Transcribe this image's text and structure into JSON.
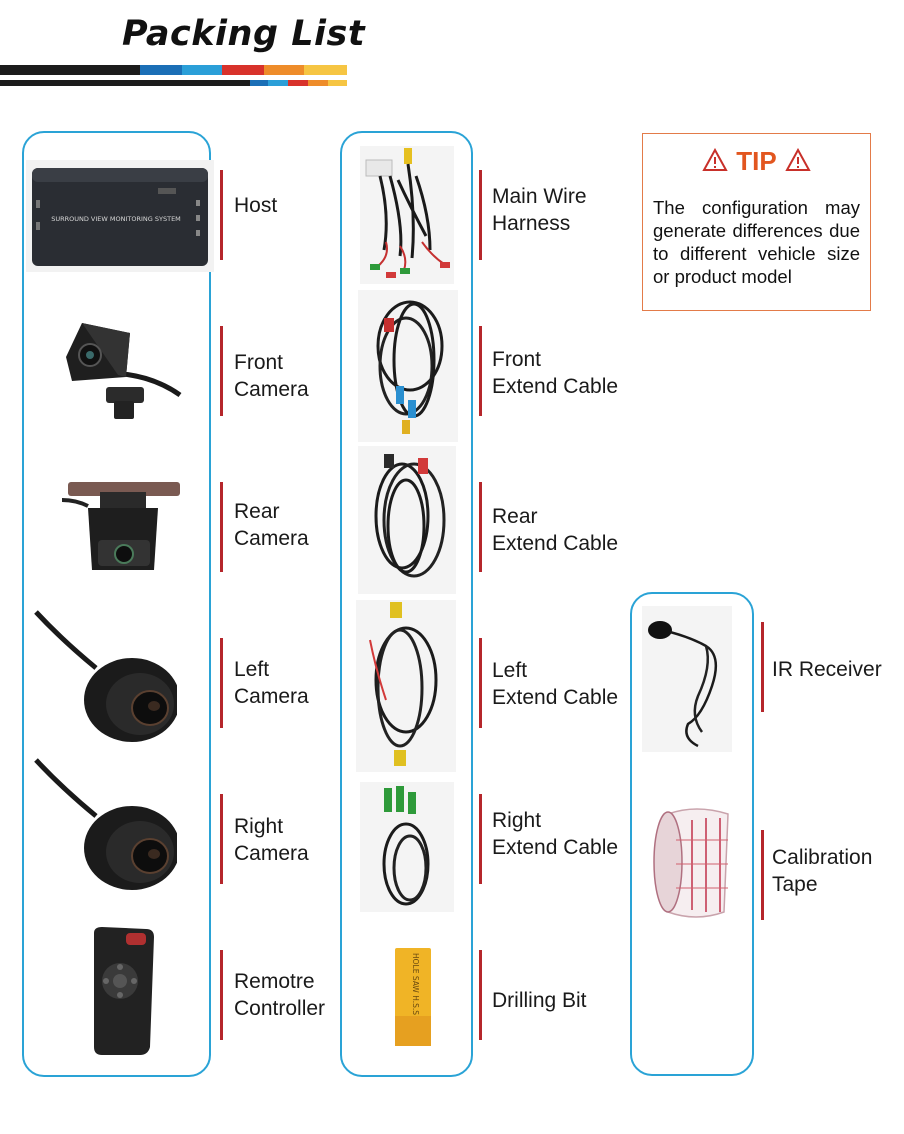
{
  "title": "Packing List",
  "stripe_colors": [
    "#1c1c1c",
    "#1b6fb6",
    "#2b9fd8",
    "#d8322b",
    "#ee8c2a",
    "#f6c543"
  ],
  "tip": {
    "heading": "TIP",
    "text": "The configuration may generate differences due to different vehicle size or product model"
  },
  "column1": [
    {
      "label": "Host"
    },
    {
      "label": "Front\nCamera"
    },
    {
      "label": "Rear\nCamera"
    },
    {
      "label": "Left\nCamera"
    },
    {
      "label": "Right\nCamera"
    },
    {
      "label": "Remotre\nController"
    }
  ],
  "column2": [
    {
      "label": "Main    Wire\nHarness"
    },
    {
      "label": "Front\nExtend Cable"
    },
    {
      "label": "Rear\nExtend Cable"
    },
    {
      "label": "Left\nExtend Cable"
    },
    {
      "label": "Right\nExtend Cable"
    },
    {
      "label": "Drilling Bit"
    }
  ],
  "column3": [
    {
      "label": "IR Receiver"
    },
    {
      "label": "Calibration\nTape"
    }
  ],
  "host_device_text": "SURROUND VIEW MONITORING SYSTEM",
  "drill_box_text": "HOLE SAW H.S.S"
}
